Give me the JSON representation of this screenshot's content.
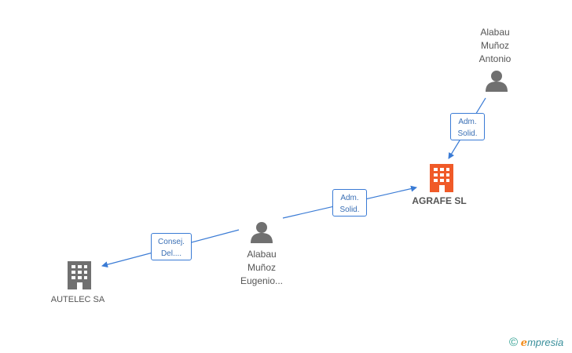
{
  "nodes": {
    "antonio": {
      "label": "Alabau\nMuñoz\nAntonio",
      "icon": "person-icon",
      "color": "#707070"
    },
    "agrafe": {
      "label": "AGRAFE SL",
      "icon": "building-icon",
      "color": "#f05a28"
    },
    "eugenio": {
      "label": "Alabau\nMuñoz\nEugenio...",
      "icon": "person-icon",
      "color": "#707070"
    },
    "autelec": {
      "label": "AUTELEC SA",
      "icon": "building-icon",
      "color": "#707070"
    }
  },
  "edges": {
    "antonio_agrafe": {
      "label": "Adm.\nSolid."
    },
    "eugenio_agrafe": {
      "label": "Adm.\nSolid."
    },
    "eugenio_autelec": {
      "label": "Consej.\nDel...."
    }
  },
  "colors": {
    "edge": "#3a7bd5"
  },
  "brand": {
    "copyright": "©",
    "e": "e",
    "rest": "mpresia"
  }
}
